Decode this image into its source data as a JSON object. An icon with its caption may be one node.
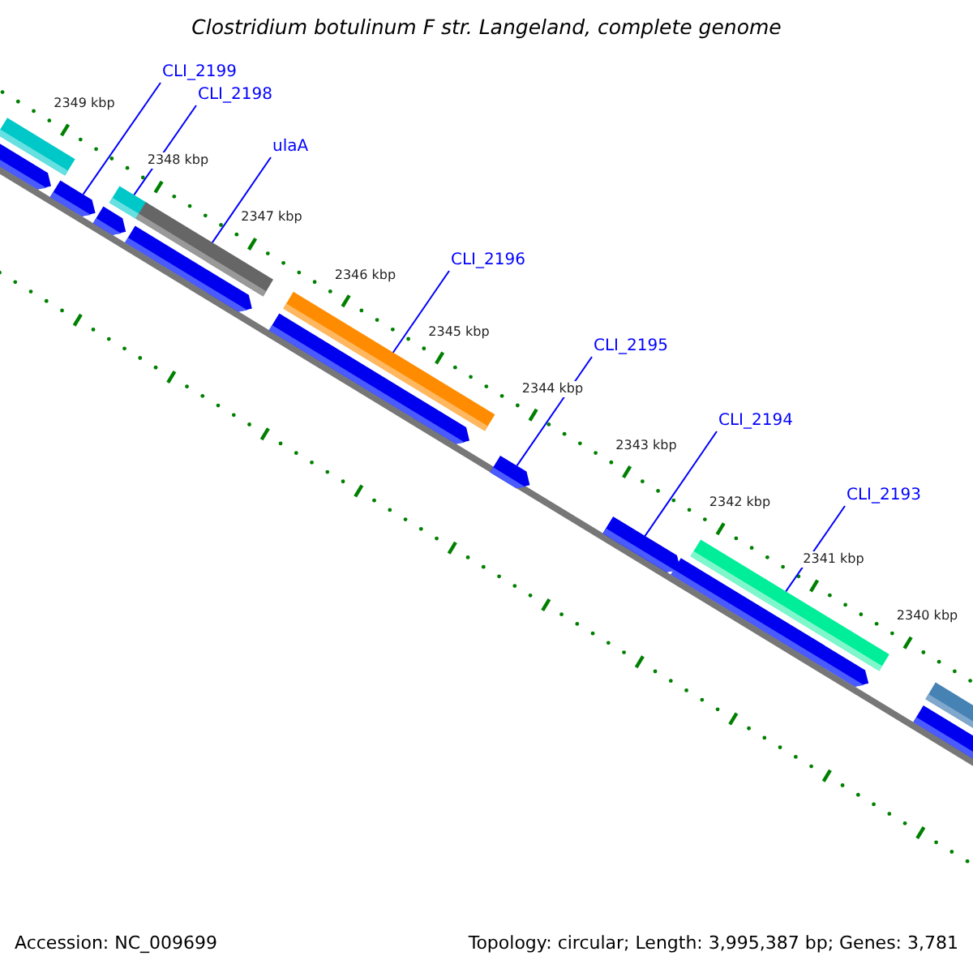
{
  "diagram": {
    "title": "Clostridium botulinum F str. Langeland, complete genome",
    "nodes": [
      {
        "text": [
          "CLI_2199"
        ]
      },
      {
        "text": [
          "CLI_2198"
        ]
      },
      {
        "text": [
          "ulaA"
        ]
      },
      {
        "text": [
          "CLI_2196"
        ]
      },
      {
        "text": [
          "CLI_2195"
        ]
      },
      {
        "text": [
          "CLI_2194"
        ]
      },
      {
        "text": [
          "CLI_2193"
        ]
      },
      {
        "text": [],
        "shape": "bar"
      },
      {
        "text": [],
        "shape": "bar"
      },
      {
        "text": [],
        "shape": "bar"
      },
      {
        "text": [],
        "shape": "bar"
      },
      {
        "text": [],
        "shape": "bar"
      },
      {
        "text": [],
        "shape": "bar"
      },
      {
        "text": [],
        "shape": "bar"
      }
    ],
    "edges": [
      {
        "from": 0,
        "to": 7,
        "arrow": "none"
      },
      {
        "from": 1,
        "to": 8,
        "arrow": "none"
      },
      {
        "from": 2,
        "to": 9,
        "arrow": "none"
      },
      {
        "from": 3,
        "to": 10,
        "arrow": "none"
      },
      {
        "from": 4,
        "to": 11,
        "arrow": "none"
      },
      {
        "from": 5,
        "to": 12,
        "arrow": "none"
      },
      {
        "from": 6,
        "to": 13,
        "arrow": "none"
      }
    ],
    "labels": [
      "2349 kbp",
      "2348 kbp",
      "2347 kbp",
      "2346 kbp",
      "2345 kbp",
      "2344 kbp",
      "2343 kbp",
      "2342 kbp",
      "2341 kbp",
      "2340 kbp",
      "Accession: NC_009699",
      "Topology: circular; Length: 3,995,387 bp; Genes: 3,781"
    ]
  }
}
